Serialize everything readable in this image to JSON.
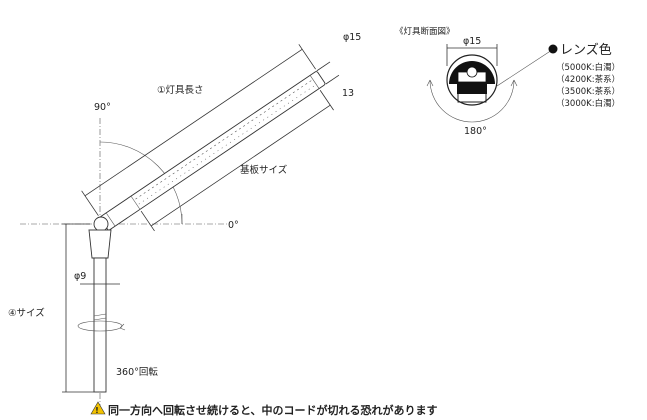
{
  "labels": {
    "lamp_length": "①灯具長さ",
    "board_size": "基板サイズ",
    "pole_size": "④サイズ",
    "rotation": "360°回転",
    "angle_90": "90°",
    "angle_0": "0°",
    "dia_15_body": "φ15",
    "dim_13": "13",
    "dia_9": "φ9"
  },
  "section": {
    "title": "《灯具断面図》",
    "dia_15": "φ15",
    "angle_180": "180°",
    "lens_color": "レンズ色",
    "lens_options": [
      "（5000K:白濁）",
      "（4200K:茶系）",
      "（3500K:茶系）",
      "（3000K:白濁）"
    ]
  },
  "warning": {
    "text": "同一方向へ回転させ続けると、中のコードが切れる恐れがあります"
  },
  "colors": {
    "warning_icon": "#f2c200",
    "line": "#333333",
    "lens_fill": "#111111"
  }
}
